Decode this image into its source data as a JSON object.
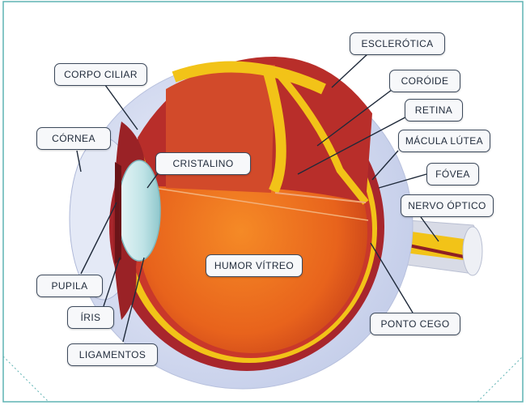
{
  "diagram": {
    "labels": {
      "esclerotica": "ESCLERÓTICA",
      "coroide": "CORÓIDE",
      "retina": "RETINA",
      "macula_lutea": "MÁCULA LÚTEA",
      "fovea": "FÓVEA",
      "nervo_optico": "NERVO ÓPTICO",
      "ponto_cego": "PONTO CEGO",
      "corpo_ciliar": "CORPO CILIAR",
      "cornea": "CÓRNEA",
      "cristalino": "CRISTALINO",
      "humor_vitreo": "HUMOR VÍTREO",
      "pupila": "PUPILA",
      "iris": "ÍRIS",
      "ligamentos": "LIGAMENTOS"
    },
    "colors": {
      "frame": "#5fb3b3",
      "sclera": "#cdd6ee",
      "choroid": "#a8262c",
      "retina": "#f2c318",
      "vitreous": "#e8631c",
      "lens": "#bfe3e6",
      "label_border": "#3d4a5c",
      "leader_line": "#1f2a3a"
    }
  }
}
